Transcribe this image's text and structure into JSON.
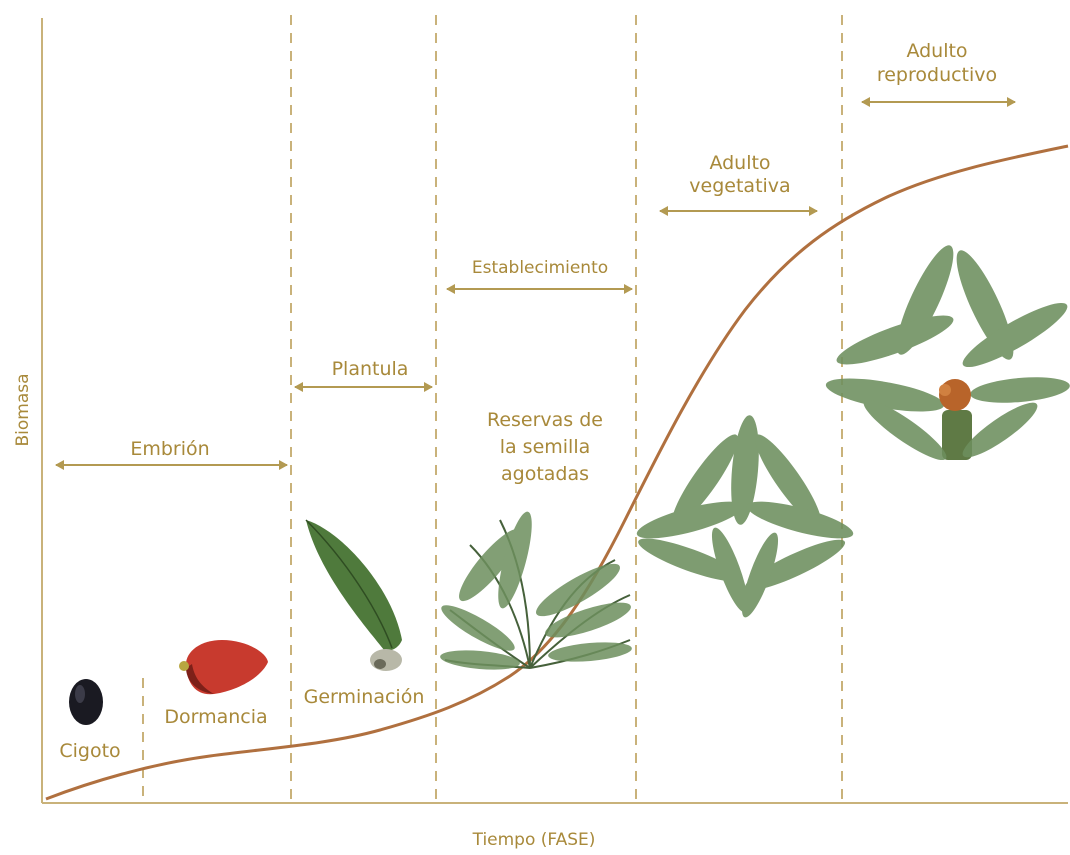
{
  "axes": {
    "y_title": "Biomasa",
    "x_title": "Tiempo (FASE)"
  },
  "colors": {
    "axis": "#c9b27a",
    "label": "#a8893a",
    "arrow": "#b39a52",
    "curve": "#b0703f",
    "leaf": "#6d8f5e",
    "leaf_dark": "#46613b",
    "seed_dark": "#1a1a22",
    "fruit_red": "#c83a2e",
    "fruit_bunch": "#b8642a"
  },
  "phases": [
    {
      "id": "embrion",
      "label": "Embrión"
    },
    {
      "id": "plantula",
      "label": "Plantula"
    },
    {
      "id": "establecimiento",
      "label": "Establecimiento"
    },
    {
      "id": "adulto-vegetativa",
      "lines": [
        "Adulto",
        "vegetativa"
      ]
    },
    {
      "id": "adulto-reproductivo",
      "lines": [
        "Adulto",
        "reproductivo"
      ]
    }
  ],
  "stages": {
    "cigoto": "Cigoto",
    "dormancia": "Dormancia",
    "germinacion": "Germinación"
  },
  "annotation": {
    "reservas": [
      "Reservas de",
      "la semilla",
      "agotadas"
    ]
  },
  "icons": {
    "seed": "seed-icon",
    "fruit": "fruit-icon",
    "seedling": "seedling-icon",
    "young_palm": "young-palm-icon",
    "vegetative_palm": "vegetative-palm-icon",
    "reproductive_palm": "reproductive-palm-icon"
  }
}
